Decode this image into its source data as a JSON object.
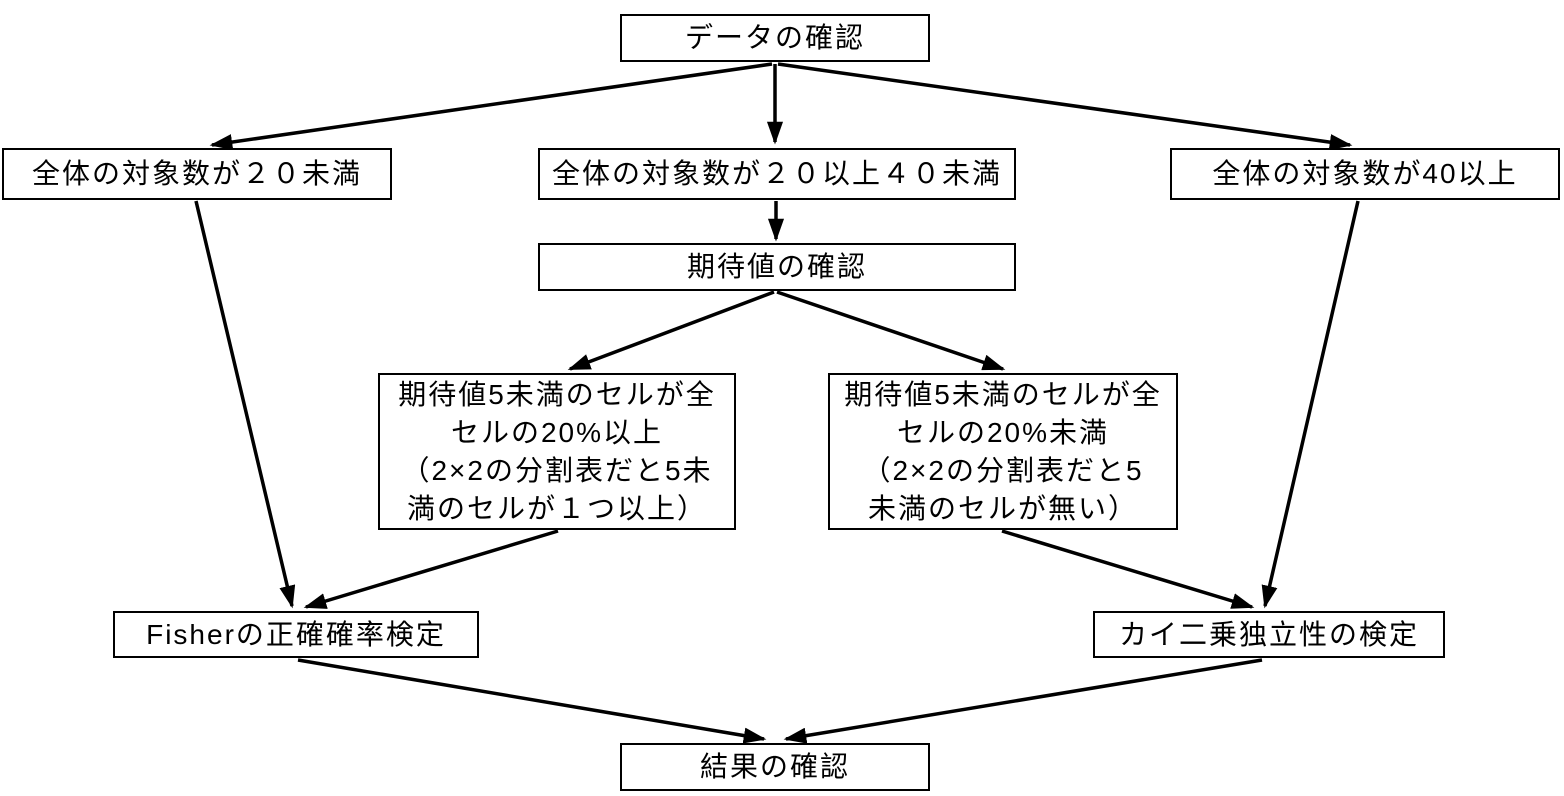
{
  "diagram_type": "flowchart",
  "colors": {
    "background": "#ffffff",
    "box_fill": "#ffffff",
    "box_border": "#000000",
    "arrow": "#000000",
    "text": "#000000"
  },
  "nodes": {
    "data_check": {
      "label": "データの確認"
    },
    "total_lt_20": {
      "label": "全体の対象数が２０未満"
    },
    "total_20_to_40": {
      "label": "全体の対象数が２０以上４０未満"
    },
    "total_ge_40": {
      "label": "全体の対象数が40以上"
    },
    "expected_check": {
      "label": "期待値の確認"
    },
    "expected_ge_20pct": {
      "label": "期待値5未満のセルが全\nセルの20%以上\n（2×2の分割表だと5未\n満のセルが１つ以上）"
    },
    "expected_lt_20pct": {
      "label": "期待値5未満のセルが全\nセルの20%未満\n（2×2の分割表だと5\n未満のセルが無い）"
    },
    "fisher_test": {
      "label": "Fisherの正確確率検定"
    },
    "chi_square_test": {
      "label": "カイ二乗独立性の検定"
    },
    "result_check": {
      "label": "結果の確認"
    }
  },
  "edges": [
    {
      "from": "data_check",
      "to": "total_lt_20"
    },
    {
      "from": "data_check",
      "to": "total_20_to_40"
    },
    {
      "from": "data_check",
      "to": "total_ge_40"
    },
    {
      "from": "total_20_to_40",
      "to": "expected_check"
    },
    {
      "from": "expected_check",
      "to": "expected_ge_20pct"
    },
    {
      "from": "expected_check",
      "to": "expected_lt_20pct"
    },
    {
      "from": "total_lt_20",
      "to": "fisher_test"
    },
    {
      "from": "expected_ge_20pct",
      "to": "fisher_test"
    },
    {
      "from": "expected_lt_20pct",
      "to": "chi_square_test"
    },
    {
      "from": "total_ge_40",
      "to": "chi_square_test"
    },
    {
      "from": "fisher_test",
      "to": "result_check"
    },
    {
      "from": "chi_square_test",
      "to": "result_check"
    }
  ]
}
